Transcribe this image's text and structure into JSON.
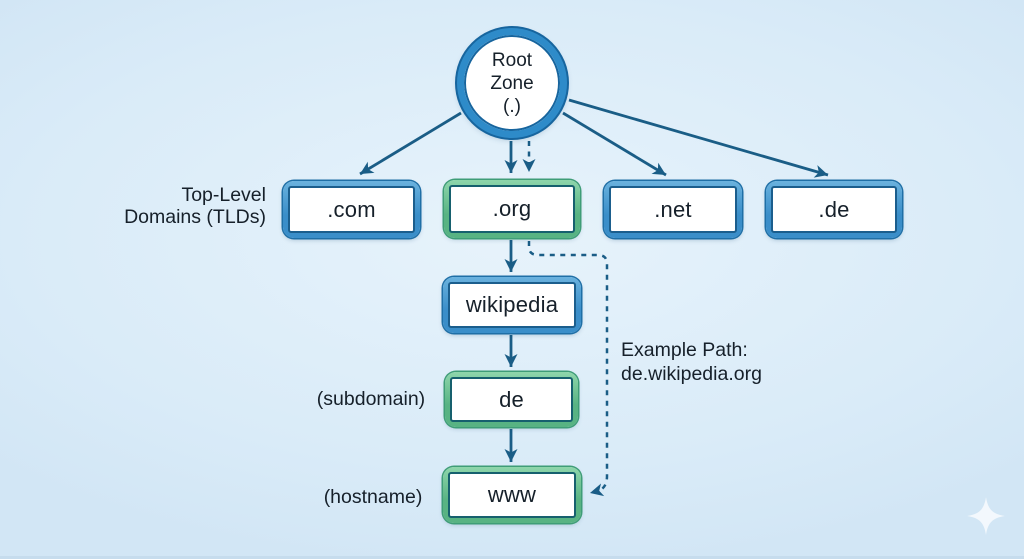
{
  "colors": {
    "background": "#d9ebf8",
    "text": "#16202a",
    "arrow": "#1a5d86",
    "node_fill": "#ffffff",
    "node_blue_band": "#3a8ec9",
    "node_blue_band_light": "#6ab2de",
    "node_blue_inner_border": "#1b5e8d",
    "node_blue_outer_ring": "#1f6fa6",
    "node_green_band": "#58b383",
    "node_green_band_light": "#8ed6ab",
    "node_green_inner_border": "#16606e",
    "node_green_outer_ring": "#3f9d77"
  },
  "root_node": {
    "line1": "Root",
    "line2": "Zone",
    "line3": "(.)"
  },
  "labels": {
    "tld_row_line1": "Top-Level",
    "tld_row_line2": "Domains (TLDs)",
    "subdomain": "(subdomain)",
    "hostname": "(hostname)"
  },
  "tlds": [
    {
      "label": ".com",
      "style": "blue"
    },
    {
      "label": ".org",
      "style": "green"
    },
    {
      "label": ".net",
      "style": "blue"
    },
    {
      "label": ".de",
      "style": "blue"
    }
  ],
  "chain": [
    {
      "label": "wikipedia",
      "style": "blue"
    },
    {
      "label": "de",
      "style": "green"
    },
    {
      "label": "www",
      "style": "green"
    }
  ],
  "annotation": {
    "line1": "Example Path:",
    "line2": "de.wikipedia.org"
  },
  "icons": {
    "sparkle": "four-pointed-star"
  }
}
